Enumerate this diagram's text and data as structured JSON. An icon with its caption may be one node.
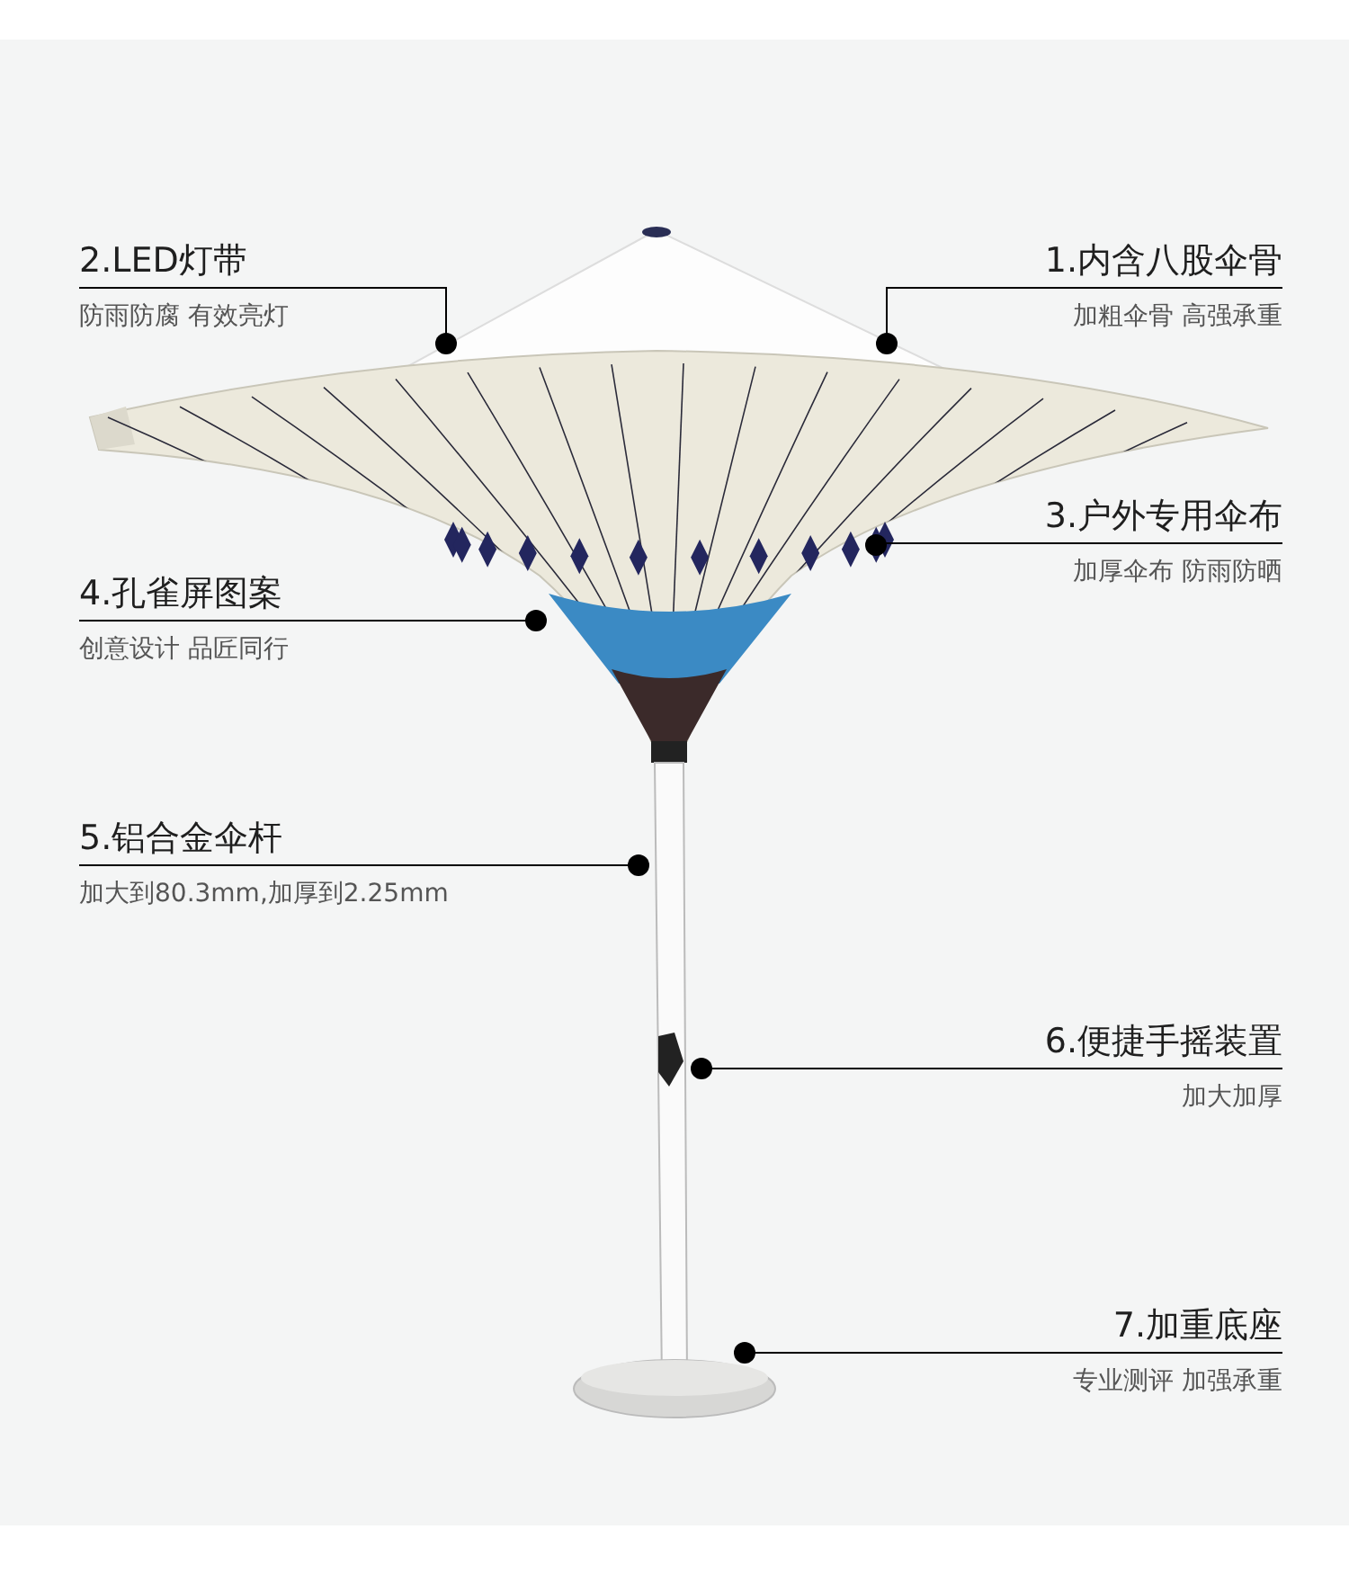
{
  "diagram": {
    "nodes": [
      {
        "text": [
          "2.LED灯带",
          "防雨防腐 有效亮灯"
        ]
      },
      {
        "text": [
          "1.内含八股伞骨",
          "加粗伞骨 高强承重"
        ]
      },
      {
        "text": [
          "3.户外专用伞布",
          "加厚伞布 防雨防晒"
        ]
      },
      {
        "text": [
          "4.孔雀屏图案",
          "创意设计 品匠同行"
        ]
      },
      {
        "text": [
          "5.铝合金伞杆",
          "加大到80.3mm,加厚到2.25mm"
        ]
      },
      {
        "text": [
          "6.便捷手摇装置",
          "加大加厚"
        ]
      },
      {
        "text": [
          "7.加重底座",
          "专业测评 加强承重"
        ]
      }
    ],
    "edges": [
      {
        "from": 0,
        "to": null,
        "arrow": "other"
      },
      {
        "from": 1,
        "to": null,
        "arrow": "other"
      },
      {
        "from": 2,
        "to": null,
        "arrow": "other"
      },
      {
        "from": 3,
        "to": null,
        "arrow": "other"
      },
      {
        "from": 4,
        "to": null,
        "arrow": "other"
      },
      {
        "from": 5,
        "to": null,
        "arrow": "other"
      },
      {
        "from": 6,
        "to": null,
        "arrow": "other"
      }
    ]
  }
}
